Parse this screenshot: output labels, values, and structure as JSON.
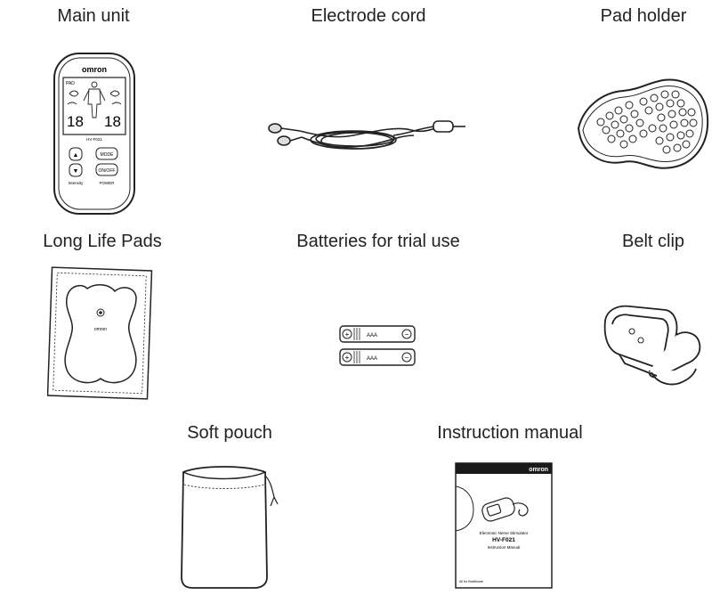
{
  "items": [
    {
      "label": "Main unit"
    },
    {
      "label": "Electrode cord"
    },
    {
      "label": "Pad holder"
    },
    {
      "label": "Long Life Pads"
    },
    {
      "label": "Batteries for trial use"
    },
    {
      "label": "Belt clip"
    },
    {
      "label": "Soft pouch"
    },
    {
      "label": "Instruction manual"
    }
  ],
  "device": {
    "brand": "omron",
    "pad_indicator": "PAD",
    "digits_left": "18",
    "digits_right": "18",
    "model": "HV-F021",
    "btn_up": "▲",
    "btn_down": "▼",
    "btn_mode": "MODE",
    "btn_onoff": "ON/OFF",
    "label_intensity": "Intensity",
    "label_power": "POWER"
  },
  "pad_brand": "omron",
  "battery_label": "AAA",
  "manual": {
    "brand": "omron",
    "subtitle": "Electronic Nerve Stimulator",
    "model": "HV-F021",
    "title": "Instruction Manual",
    "footer": "All for Healthcare"
  }
}
